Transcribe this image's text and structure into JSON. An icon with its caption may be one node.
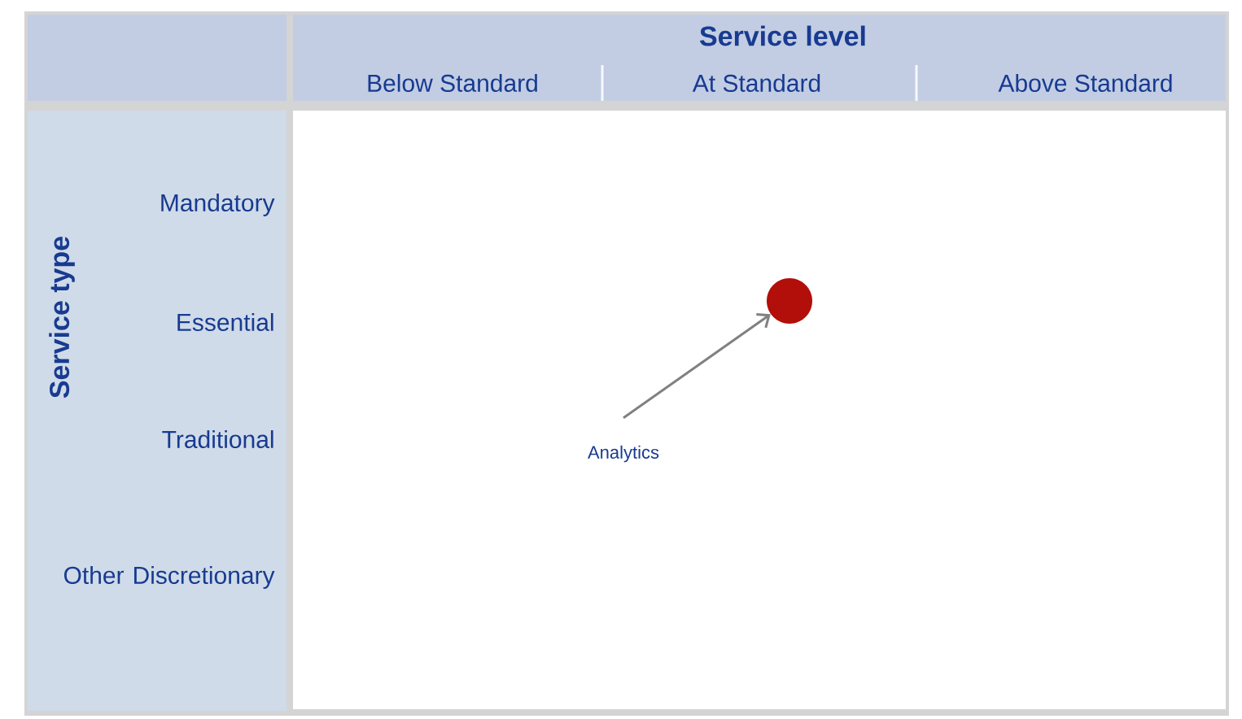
{
  "diagram": {
    "nodes": [
      {
        "text": [
          "Analytics"
        ]
      },
      {
        "text": [],
        "shape": "circle"
      }
    ],
    "edges": [
      {
        "from": 0,
        "to": 1,
        "arrow": "to"
      }
    ],
    "labels": [
      "Service level",
      "Below Standard",
      "At Standard",
      "Above Standard",
      "Service type",
      "Mandatory",
      "Essential",
      "Traditional",
      "Other Discretionary"
    ]
  }
}
